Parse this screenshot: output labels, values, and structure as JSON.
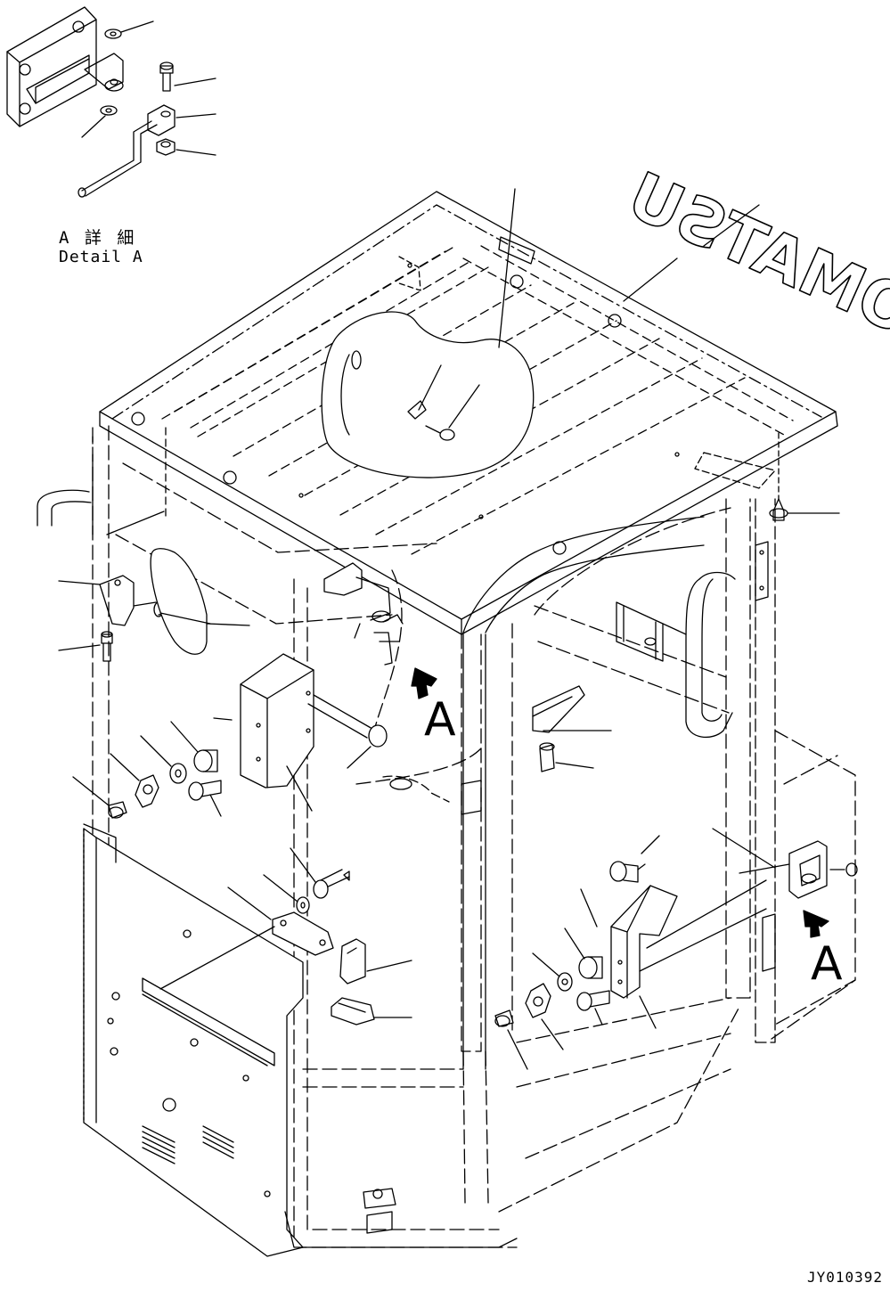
{
  "labels": {
    "detail_jp": "A 詳 細",
    "detail_en": "Detail A",
    "view_arrow_1": "A",
    "view_arrow_2": "A",
    "drawing_id": "JY010392"
  },
  "decal": {
    "text": "KOMATSU"
  },
  "colors": {
    "ink": "#000000",
    "paper": "#ffffff",
    "shade": "#f2f2f2"
  }
}
